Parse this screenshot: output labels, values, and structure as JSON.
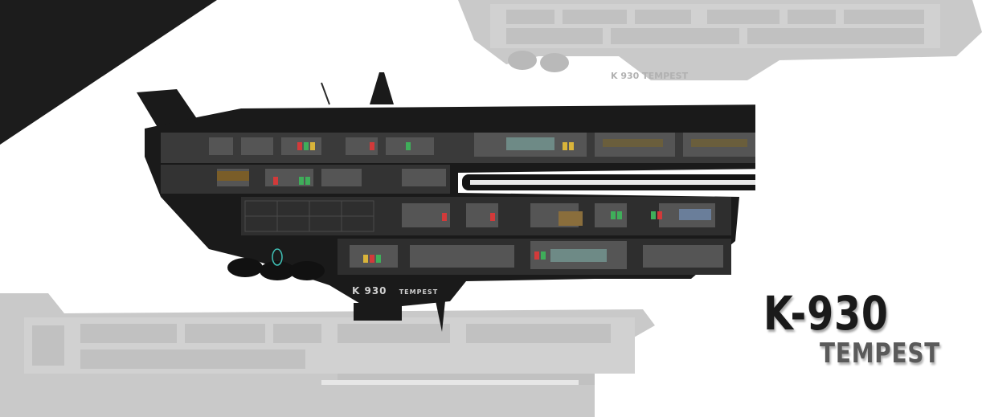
{
  "ship": {
    "hull_marking": "K 930",
    "hull_subtext": "TEMPEST"
  },
  "title": {
    "main": "K-930",
    "sub": "TEMPEST"
  },
  "colors": {
    "background": "#ffffff",
    "corner": "#1c1c1c",
    "hull_dark": "#1a1a1a",
    "hull_mid": "#3a3a3a",
    "room": "#4a4a4a",
    "accent_red": "#d23a3a",
    "accent_green": "#3fae5a",
    "accent_yellow": "#d9b43a",
    "accent_teal": "#3fbfb5"
  }
}
